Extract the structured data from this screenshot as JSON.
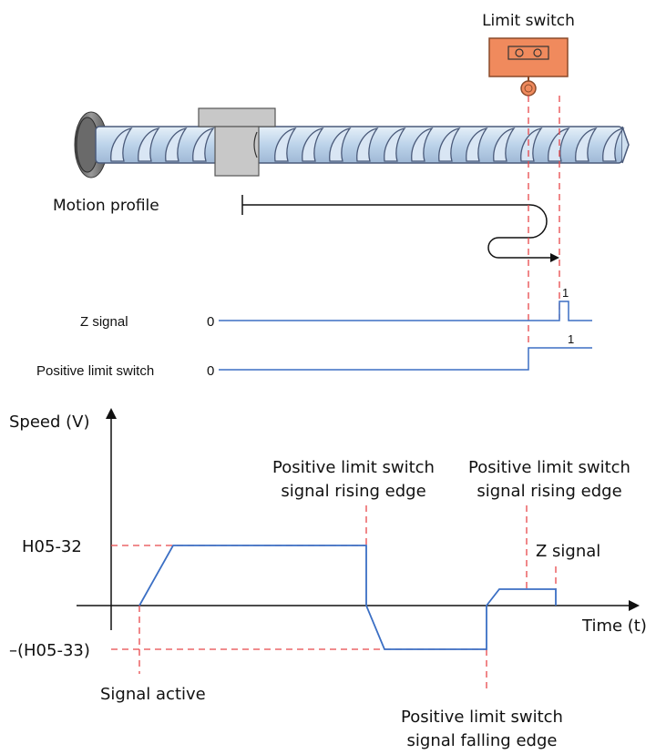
{
  "mechanism": {
    "limit_switch_label": "Limit switch",
    "motion_profile_label": "Motion profile"
  },
  "signals": {
    "z_signal": {
      "name": "Z signal",
      "low": "0",
      "high": "1"
    },
    "positive_limit": {
      "name": "Positive limit switch",
      "low": "0",
      "high": "1"
    }
  },
  "speed_chart": {
    "y_axis_label": "Speed (V)",
    "x_axis_label": "Time (t)",
    "y_ticks": {
      "positive": "H05-32",
      "negative": "–(H05-33)"
    },
    "annotations": {
      "signal_active": "Signal active",
      "rising_edge_1_line1": "Positive limit switch",
      "rising_edge_1_line2": "signal rising edge",
      "rising_edge_2_line1": "Positive limit switch",
      "rising_edge_2_line2": "signal rising edge",
      "z_signal": "Z signal",
      "falling_edge_line1": "Positive limit switch",
      "falling_edge_line2": "signal falling edge"
    }
  },
  "colors": {
    "trace": "#3b6fc4",
    "marker": "#e8474a",
    "switch_body": "#f08a5d",
    "switch_outline": "#8a4a2a",
    "screw_fill": "#cfe0f0",
    "screw_outline": "#4a5a7a",
    "slider": "#c8c8c8",
    "axis": "#111111"
  }
}
